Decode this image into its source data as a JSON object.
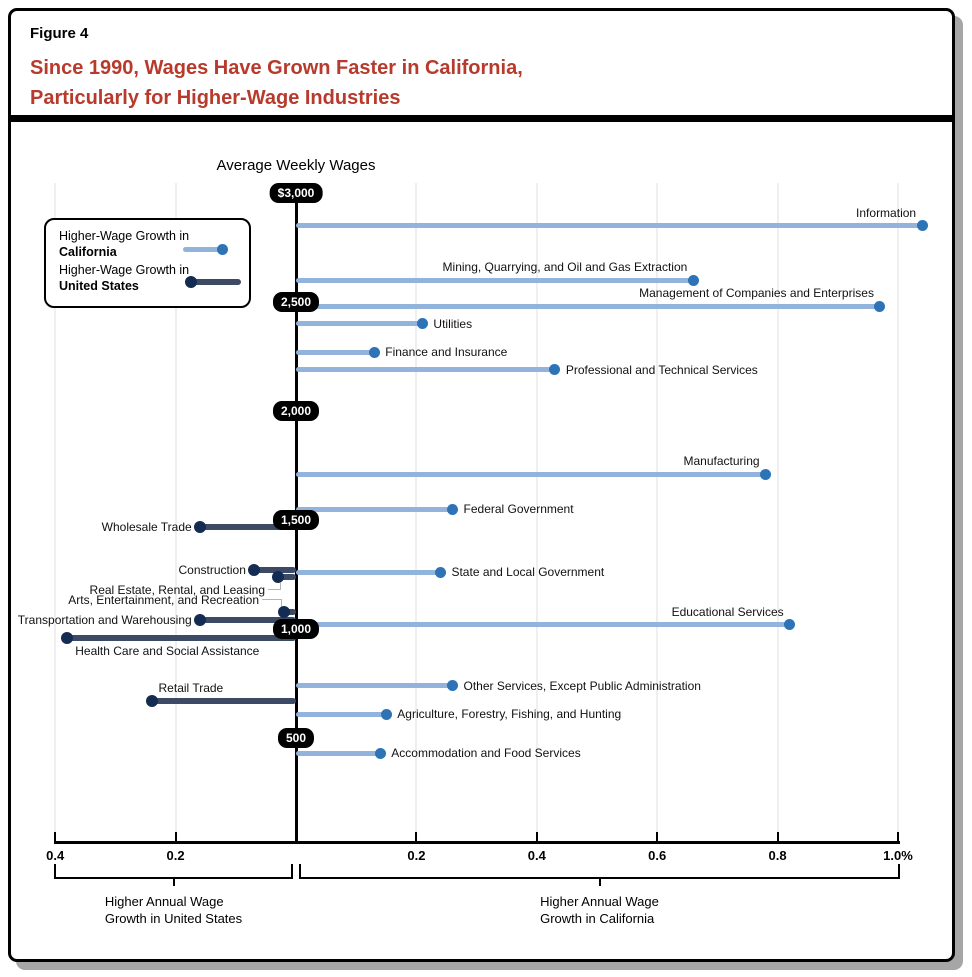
{
  "figure": {
    "label": "Figure 4",
    "title_line1": "Since 1990, Wages Have Grown Faster in California,",
    "title_line2": "Particularly for Higher-Wage Industries"
  },
  "legend": {
    "items": [
      {
        "line1": "Higher-Wage Growth in",
        "line2": "California",
        "series": "california"
      },
      {
        "line1": "Higher-Wage Growth in",
        "line2": "United States",
        "series": "united_states"
      }
    ]
  },
  "chart_data": {
    "type": "lollipop-bar",
    "title": "Average Weekly Wages",
    "x_axis": {
      "unit": "percent annual wage growth differential",
      "left_ticks": [
        "0.4",
        "0.2"
      ],
      "left_tick_values": [
        0.4,
        0.2
      ],
      "right_ticks": [
        "0.2",
        "0.4",
        "0.6",
        "0.8",
        "1.0%"
      ],
      "right_tick_values": [
        0.2,
        0.4,
        0.6,
        0.8,
        1.0
      ],
      "left_region_label": [
        "Higher Annual Wage",
        "Growth in United States"
      ],
      "right_region_label": [
        "Higher Annual Wage",
        "Growth in California"
      ]
    },
    "y_axis": {
      "title": "Average Weekly Wages",
      "pill_labels": [
        "$3,000",
        "2,500",
        "2,000",
        "1,500",
        "1,000",
        "500"
      ],
      "pill_values": [
        3000,
        2500,
        2000,
        1500,
        1000,
        500
      ]
    },
    "series": [
      {
        "id": "california",
        "name": "Higher-Wage Growth in California",
        "bar_color": "#92B4DC",
        "dot_color": "#2E73B5"
      },
      {
        "id": "united_states",
        "name": "Higher-Wage Growth in United States",
        "bar_color": "#3D4A66",
        "dot_color": "#152C52"
      }
    ],
    "points": [
      {
        "label": "Information",
        "series": "california",
        "growth_pct": 1.04,
        "avg_weekly_wage": 2850,
        "label_pos": "above"
      },
      {
        "label": "Mining, Quarrying, and Oil and Gas Extraction",
        "series": "california",
        "growth_pct": 0.66,
        "avg_weekly_wage": 2600,
        "label_pos": "above"
      },
      {
        "label": "Management of Companies and Enterprises",
        "series": "california",
        "growth_pct": 0.97,
        "avg_weekly_wage": 2480,
        "label_pos": "above"
      },
      {
        "label": "Utilities",
        "series": "california",
        "growth_pct": 0.21,
        "avg_weekly_wage": 2400,
        "label_pos": "right"
      },
      {
        "label": "Finance and Insurance",
        "series": "california",
        "growth_pct": 0.13,
        "avg_weekly_wage": 2270,
        "label_pos": "right"
      },
      {
        "label": "Professional and Technical Services",
        "series": "california",
        "growth_pct": 0.43,
        "avg_weekly_wage": 2190,
        "label_pos": "right"
      },
      {
        "label": "Manufacturing",
        "series": "california",
        "growth_pct": 0.78,
        "avg_weekly_wage": 1710,
        "label_pos": "above"
      },
      {
        "label": "Federal Government",
        "series": "california",
        "growth_pct": 0.26,
        "avg_weekly_wage": 1550,
        "label_pos": "right"
      },
      {
        "label": "Wholesale Trade",
        "series": "united_states",
        "growth_pct": 0.16,
        "avg_weekly_wage": 1470,
        "label_pos": "left"
      },
      {
        "label": "Construction",
        "series": "united_states",
        "growth_pct": 0.07,
        "avg_weekly_wage": 1270,
        "label_pos": "left"
      },
      {
        "label": "State and Local Government",
        "series": "california",
        "growth_pct": 0.24,
        "avg_weekly_wage": 1260,
        "label_pos": "right"
      },
      {
        "label": "Real Estate, Rental, and Leasing",
        "series": "united_states",
        "growth_pct": 0.03,
        "avg_weekly_wage": 1240,
        "label_pos": "connector-below"
      },
      {
        "label": "Arts, Entertainment, and Recreation",
        "series": "united_states",
        "growth_pct": 0.02,
        "avg_weekly_wage": 1080,
        "label_pos": "connector-above"
      },
      {
        "label": "Transportation and Warehousing",
        "series": "united_states",
        "growth_pct": 0.16,
        "avg_weekly_wage": 1040,
        "label_pos": "left"
      },
      {
        "label": "Educational Services",
        "series": "california",
        "growth_pct": 0.82,
        "avg_weekly_wage": 1020,
        "label_pos": "above"
      },
      {
        "label": "Health Care and Social Assistance",
        "series": "united_states",
        "growth_pct": 0.38,
        "avg_weekly_wage": 960,
        "label_pos": "below"
      },
      {
        "label": "Other Services, Except Public Administration",
        "series": "california",
        "growth_pct": 0.26,
        "avg_weekly_wage": 740,
        "label_pos": "right"
      },
      {
        "label": "Retail Trade",
        "series": "united_states",
        "growth_pct": 0.24,
        "avg_weekly_wage": 670,
        "label_pos": "above-start"
      },
      {
        "label": "Agriculture, Forestry, Fishing, and Hunting",
        "series": "california",
        "growth_pct": 0.15,
        "avg_weekly_wage": 610,
        "label_pos": "right"
      },
      {
        "label": "Accommodation and Food Services",
        "series": "california",
        "growth_pct": 0.14,
        "avg_weekly_wage": 430,
        "label_pos": "right"
      }
    ]
  },
  "colors": {
    "title_red": "#B73A2C",
    "axis_black": "#000000",
    "pill_bg": "#000000",
    "pill_text": "#FFFFFF",
    "gridline": "#EFEFEF",
    "connector": "#B5B5B5",
    "california_bar": "#92B4DC",
    "california_dot": "#2E73B5",
    "united_states_bar": "#3D4A66",
    "united_states_dot": "#152C52",
    "shadow": "#A6A6A6"
  }
}
